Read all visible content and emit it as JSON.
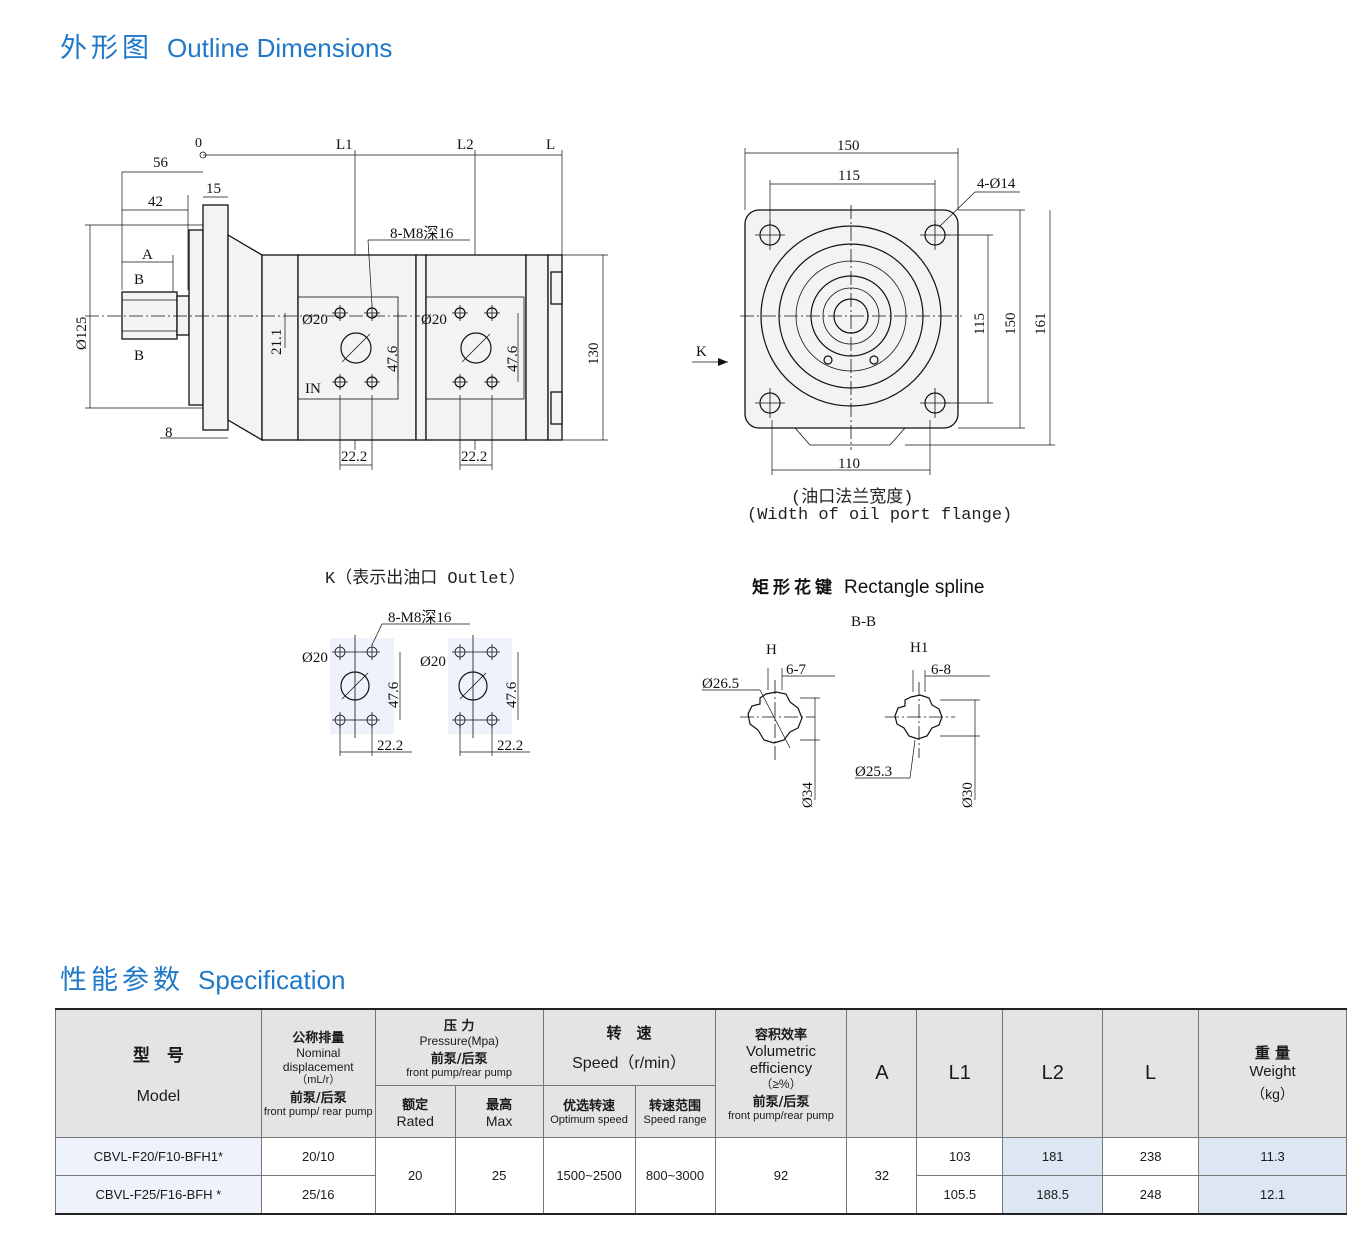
{
  "sections": {
    "outline": {
      "cn": "外形图",
      "en": "Outline Dimensions"
    },
    "spec": {
      "cn": "性能参数",
      "en": "Specification"
    }
  },
  "drawing_labels": {
    "side_view": [
      "0",
      "L1",
      "L2",
      "L",
      "56",
      "42",
      "15",
      "A",
      "B",
      "B",
      "Ø125",
      "8",
      "8-M8深16",
      "Ø20",
      "Ø20",
      "21.1",
      "47.6",
      "47.6",
      "IN",
      "22.2",
      "22.2",
      "130"
    ],
    "front_view": [
      "150",
      "115",
      "4-Ø14",
      "115",
      "150",
      "161",
      "K",
      "110"
    ],
    "flange_caption_cn": "(油口法兰宽度)",
    "flange_caption_en": "(Width of oil port flange)",
    "outlet_caption": "K（表示出油口 Outlet）",
    "outlet_view": [
      "8-M8深16",
      "Ø20",
      "Ø20",
      "47.6",
      "47.6",
      "22.2",
      "22.2"
    ],
    "spline_title_cn": "矩形花键",
    "spline_title_en": "Rectangle spline",
    "spline_view": [
      "B-B",
      "H",
      "H1",
      "6-7",
      "6-8",
      "Ø26.5",
      "Ø25.3",
      "Ø34",
      "Ø30"
    ]
  },
  "table": {
    "headers": {
      "model_cn": "型　号",
      "model_en": "Model",
      "disp_cn": "公称排量",
      "disp_en1": "Nominal",
      "disp_en2": "displacement",
      "disp_unit": "（mL/r）",
      "disp_sub_cn": "前泵/后泵",
      "disp_sub_en": "front pump/ rear pump",
      "pressure_cn": "压 力",
      "pressure_en": "Pressure(Mpa)",
      "pressure_sub_cn": "前泵/后泵",
      "pressure_sub_en": "front pump/rear pump",
      "rated_cn": "额定",
      "rated_en": "Rated",
      "max_cn": "最高",
      "max_en": "Max",
      "speed_cn": "转　速",
      "speed_en": "Speed（r/min）",
      "opt_cn": "优选转速",
      "opt_en": "Optimum speed",
      "range_cn": "转速范围",
      "range_en": "Speed range",
      "eff_cn": "容积效率",
      "eff_en1": "Volumetric",
      "eff_en2": "efficiency",
      "eff_unit": "（≥%）",
      "eff_sub_cn": "前泵/后泵",
      "eff_sub_en": "front pump/rear pump",
      "a": "A",
      "l1": "L1",
      "l2": "L2",
      "l": "L",
      "weight_cn": "重 量",
      "weight_en": "Weight",
      "weight_unit": "（kg）"
    },
    "rows": [
      {
        "model": "CBVL-F20/F10-BFH1*",
        "disp": "20/10",
        "l1": "103",
        "l2": "181",
        "l": "238",
        "weight": "11.3"
      },
      {
        "model": "CBVL-F25/F16-BFH *",
        "disp": "25/16",
        "l1": "105.5",
        "l2": "188.5",
        "l": "248",
        "weight": "12.1"
      }
    ],
    "shared": {
      "rated": "20",
      "max": "25",
      "opt": "1500~2500",
      "range": "800~3000",
      "eff": "92",
      "a": "32"
    }
  }
}
